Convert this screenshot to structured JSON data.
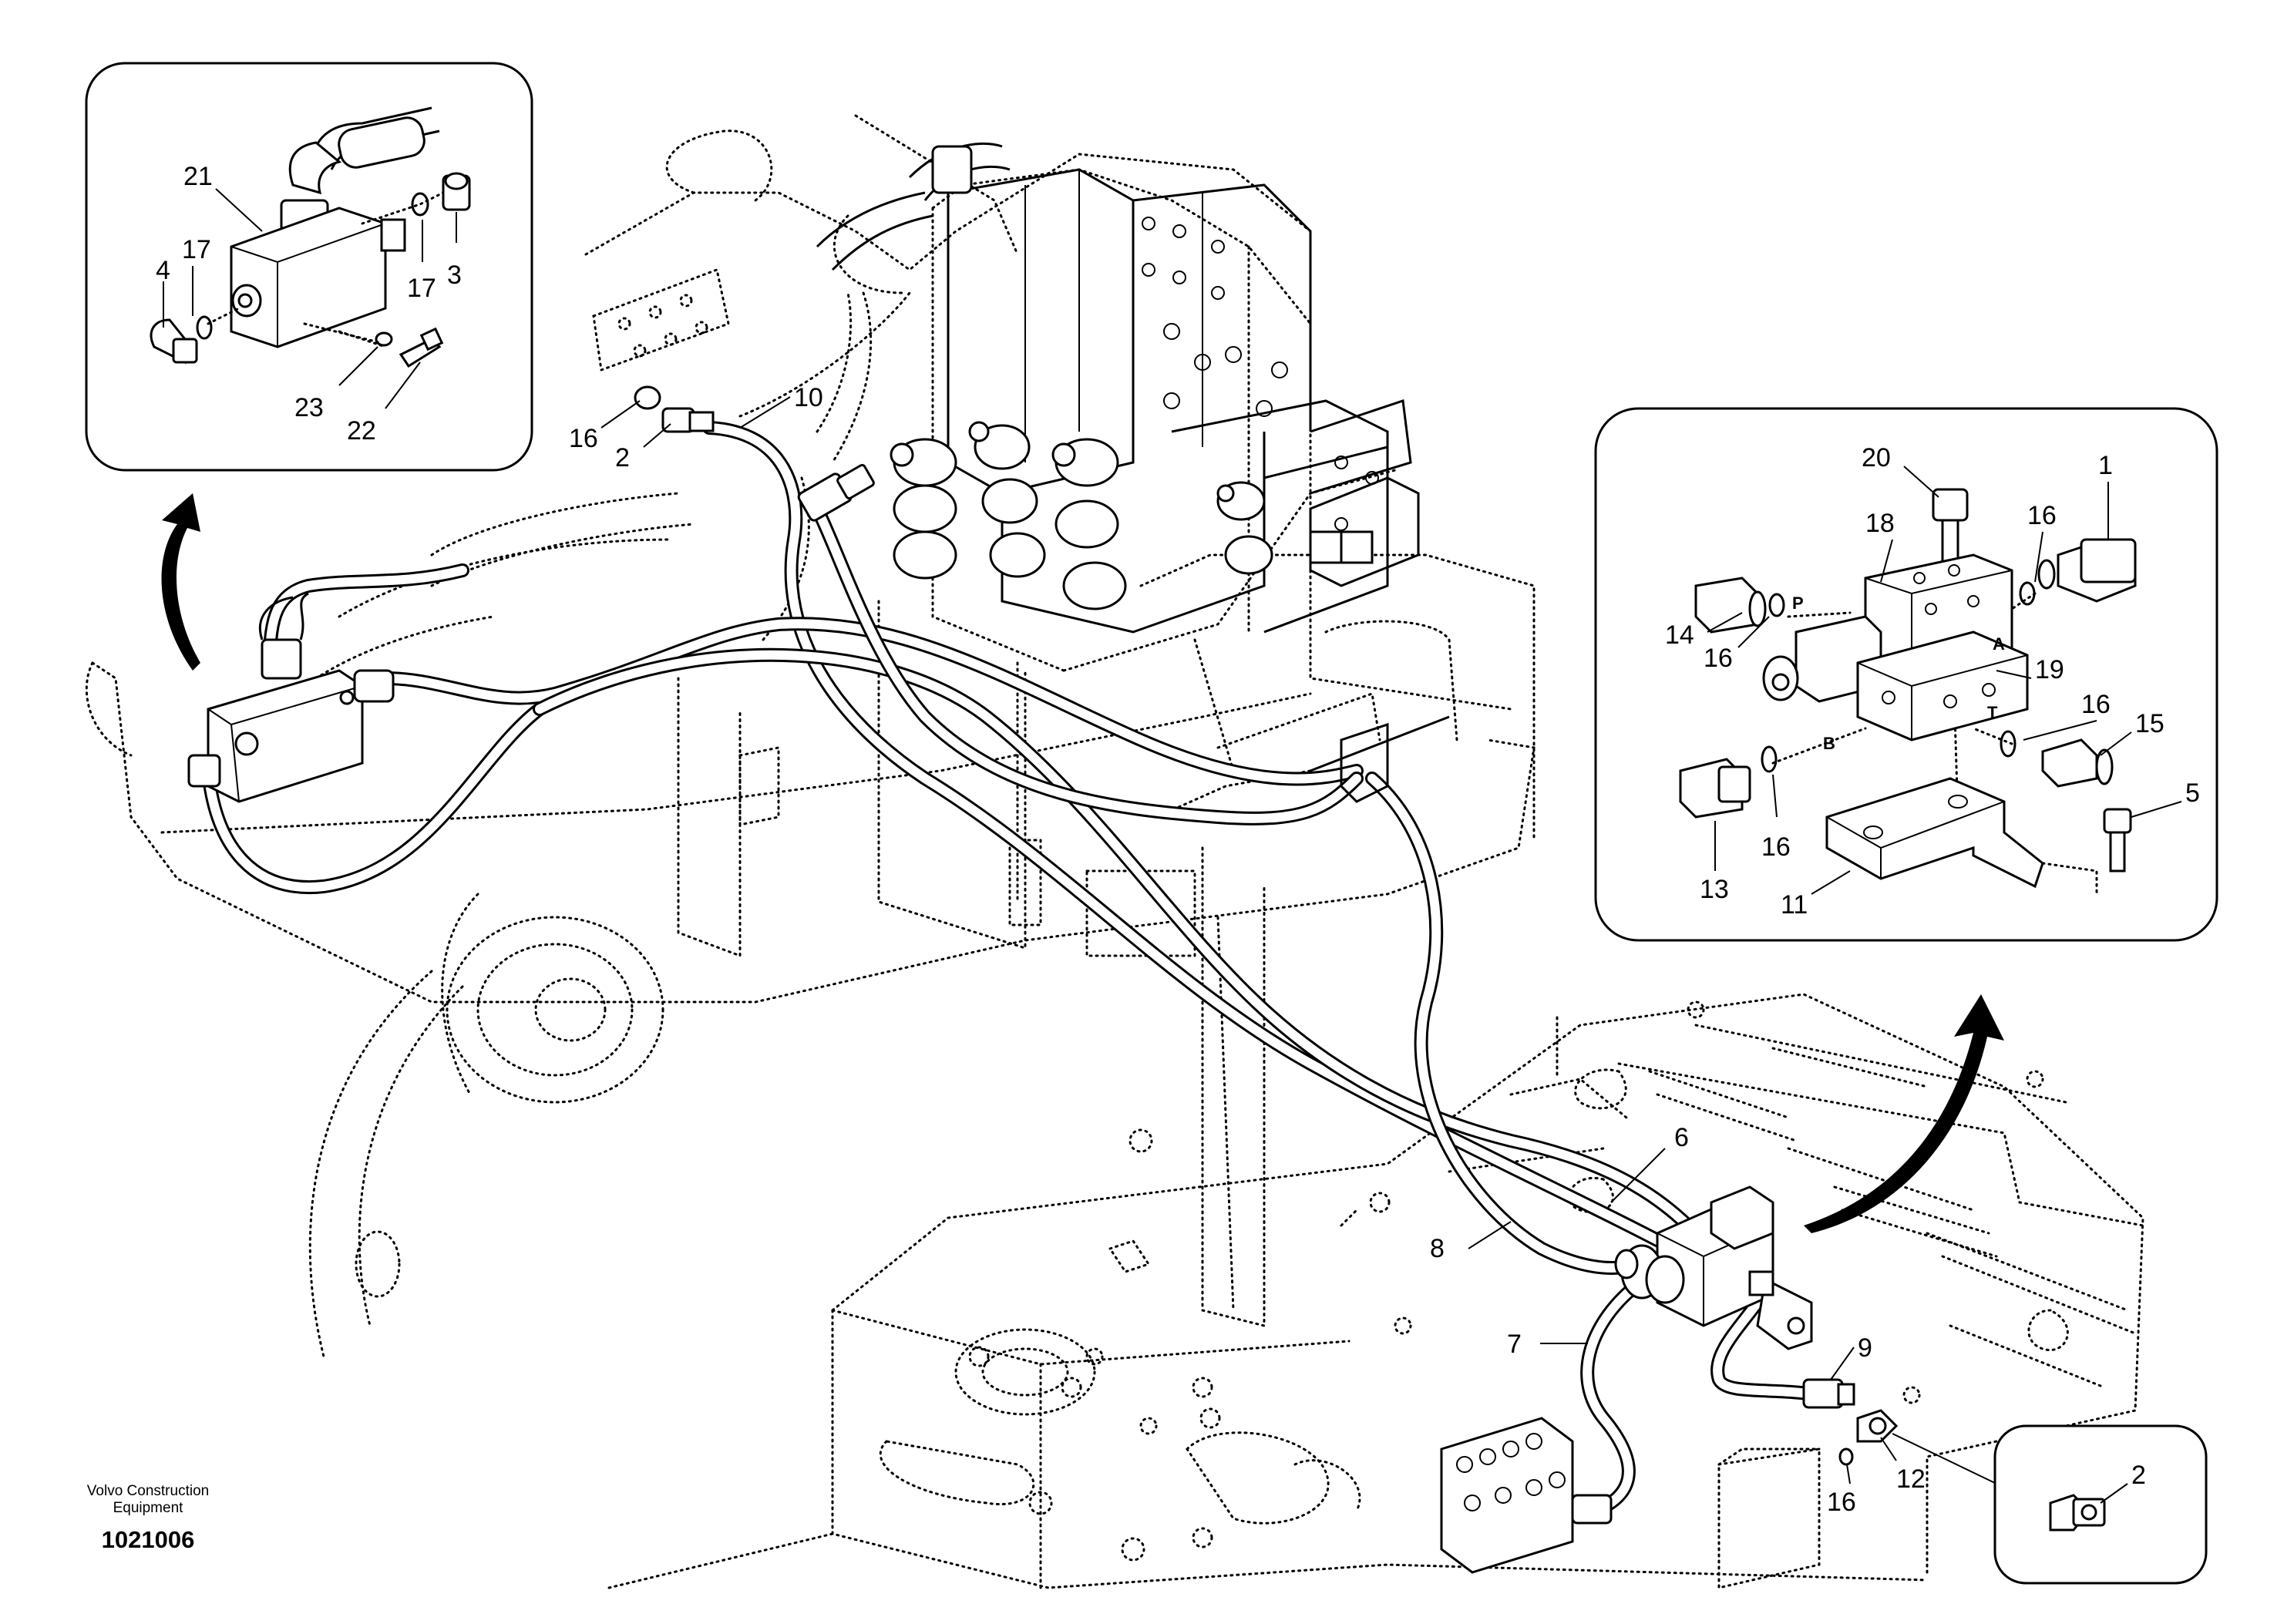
{
  "credit": {
    "line1": "Volvo Construction",
    "line2": "Equipment"
  },
  "document_number": "1021006",
  "main_callouts": [
    "16",
    "2",
    "10",
    "6",
    "8",
    "7",
    "9",
    "12",
    "16"
  ],
  "inset_left": {
    "callouts": [
      "21",
      "17",
      "4",
      "17",
      "3",
      "23",
      "22"
    ]
  },
  "inset_right": {
    "callouts": [
      "20",
      "1",
      "18",
      "16",
      "14",
      "16",
      "19",
      "16",
      "15",
      "5",
      "16",
      "13",
      "11"
    ],
    "ports": [
      "P",
      "A",
      "T",
      "B"
    ]
  },
  "inset_small": {
    "callouts": [
      "2"
    ]
  }
}
